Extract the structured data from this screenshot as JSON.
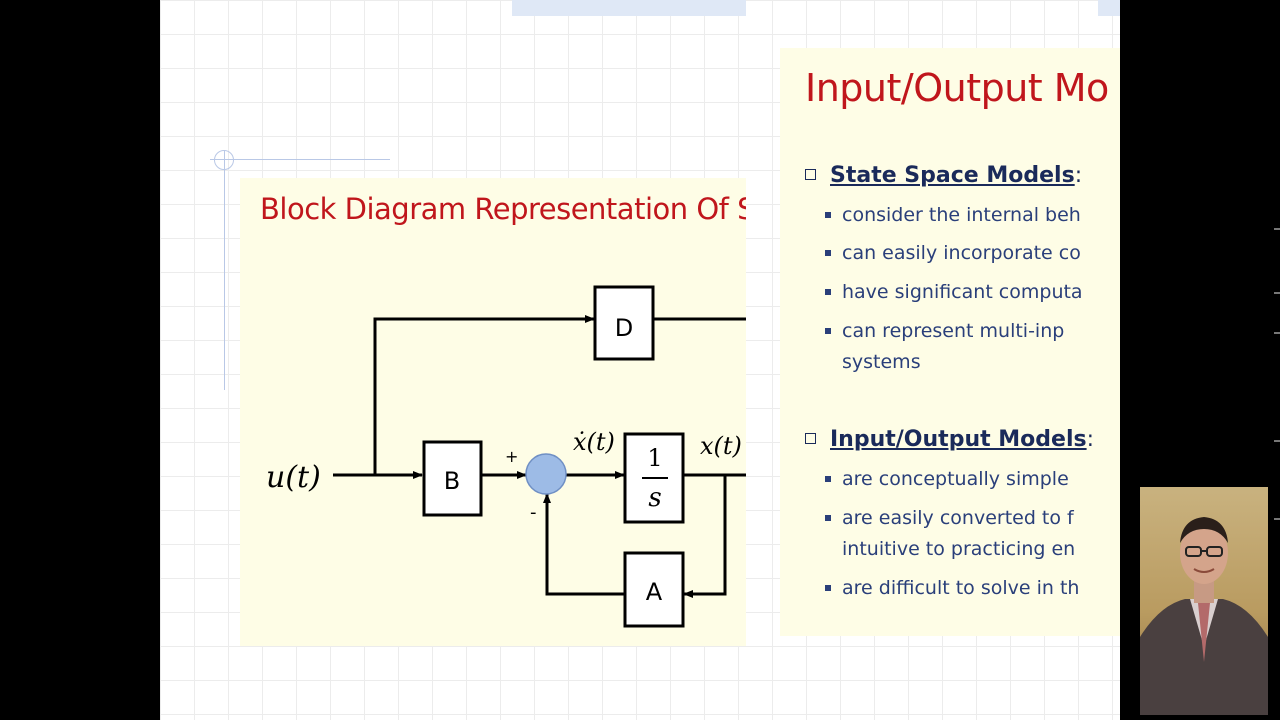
{
  "left_slide": {
    "title": "Block Diagram Representation Of St",
    "diagram": {
      "input_label": "u(t)",
      "block_b": "B",
      "block_d": "D",
      "block_a": "A",
      "integrator_num": "1",
      "integrator_den": "s",
      "xdot_label": "ẋ(t)",
      "x_label": "x(t)",
      "plus_sign": "+",
      "minus_sign": "-"
    }
  },
  "right_slide": {
    "title": "Input/Output Mo",
    "state_space": {
      "heading": "State Space Models",
      "colon": ":",
      "bullets": [
        "consider the internal beh",
        "can easily incorporate co",
        "have significant computa",
        "can  represent  multi-inp"
      ],
      "bullet4_cont": "systems"
    },
    "io_models": {
      "heading": "Input/Output Models",
      "colon": ":",
      "bullets": [
        "are conceptually simple",
        "are easily converted to f",
        "are difficult to solve in th"
      ],
      "bullet2_cont": "intuitive to practicing en"
    }
  },
  "colors": {
    "slide_bg": "#fefde6",
    "title_red": "#c0161c",
    "text_navy": "#2a3f7a",
    "summing_junction": "#9dbbe6"
  }
}
